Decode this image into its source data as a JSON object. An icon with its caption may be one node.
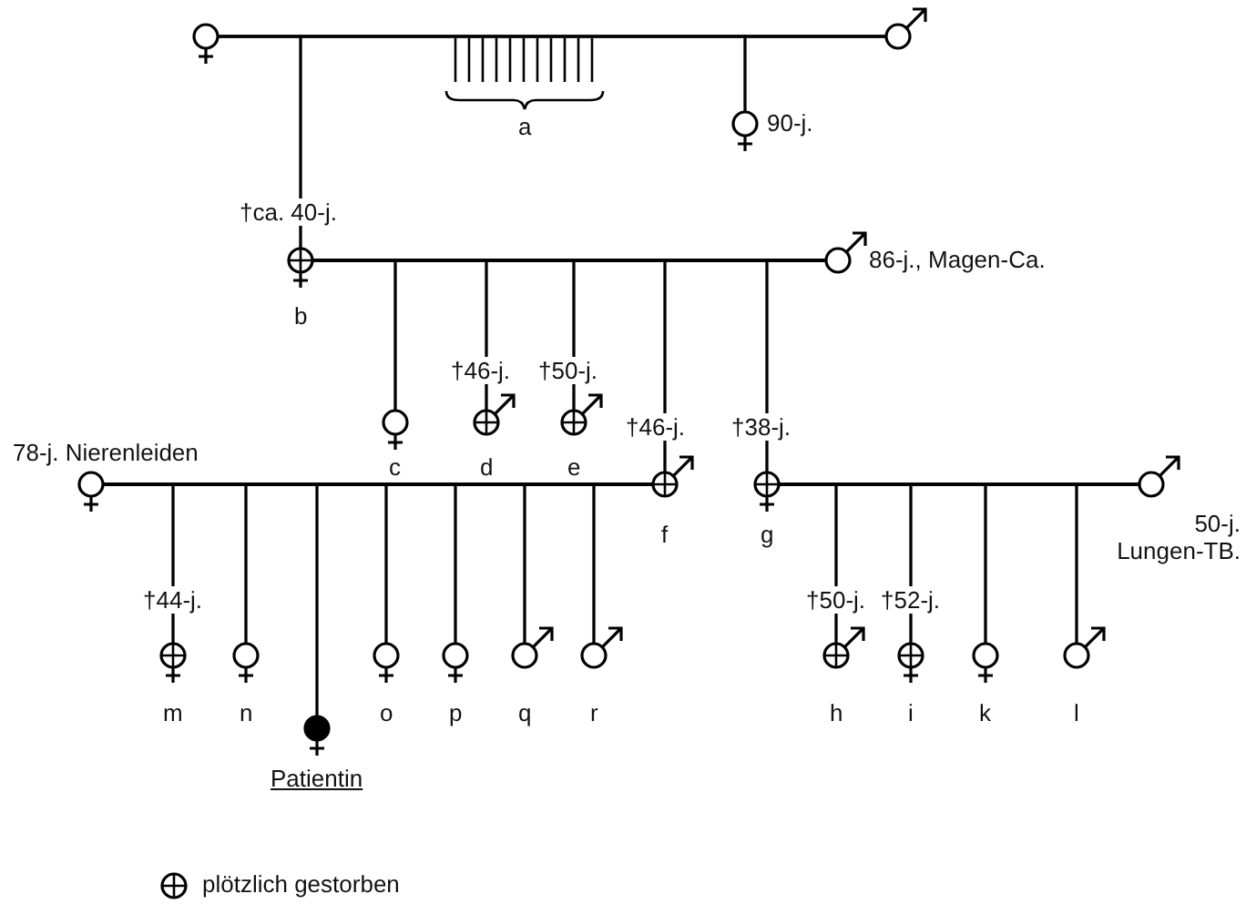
{
  "diagram": {
    "nodes": [
      {
        "text": [],
        "shape": "female"
      },
      {
        "text": [],
        "shape": "male"
      },
      {
        "text": [],
        "shape": "female-sudden-death",
        "beside": [
          "†ca. 40-j.",
          "b"
        ]
      },
      {
        "text": [],
        "shape": "female",
        "beside": [
          "90-j."
        ]
      },
      {
        "text": [],
        "shape": "male",
        "beside": [
          "86-j., Magen-Ca."
        ]
      },
      {
        "text": [],
        "shape": "female",
        "beside": [
          "c"
        ]
      },
      {
        "text": [],
        "shape": "male-sudden-death",
        "beside": [
          "†46-j.",
          "d"
        ]
      },
      {
        "text": [],
        "shape": "male-sudden-death",
        "beside": [
          "†50-j.",
          "e"
        ]
      },
      {
        "text": [],
        "shape": "female",
        "beside": [
          "78-j. Nierenleiden"
        ]
      },
      {
        "text": [],
        "shape": "male-sudden-death",
        "beside": [
          "†46-j.",
          "f"
        ]
      },
      {
        "text": [],
        "shape": "female-sudden-death",
        "beside": [
          "†38-j.",
          "g"
        ]
      },
      {
        "text": [],
        "shape": "male",
        "beside": [
          "50-j. Lungen-TB."
        ]
      },
      {
        "text": [],
        "shape": "female-sudden-death",
        "beside": [
          "†44-j.",
          "m"
        ]
      },
      {
        "text": [],
        "shape": "female",
        "beside": [
          "n"
        ]
      },
      {
        "text": [],
        "shape": "female-affected",
        "beside": [
          "Patientin"
        ]
      },
      {
        "text": [],
        "shape": "female",
        "beside": [
          "o"
        ]
      },
      {
        "text": [],
        "shape": "female",
        "beside": [
          "p"
        ]
      },
      {
        "text": [],
        "shape": "male",
        "beside": [
          "q"
        ]
      },
      {
        "text": [],
        "shape": "male",
        "beside": [
          "r"
        ]
      },
      {
        "text": [],
        "shape": "male-sudden-death",
        "beside": [
          "†50-j.",
          "h"
        ]
      },
      {
        "text": [],
        "shape": "female-sudden-death",
        "beside": [
          "†52-j.",
          "i"
        ]
      },
      {
        "text": [],
        "shape": "female",
        "beside": [
          "k"
        ]
      },
      {
        "text": [],
        "shape": "male",
        "beside": [
          "l"
        ]
      }
    ],
    "edges": [
      {
        "from": 0,
        "to": 1,
        "arrow": "none"
      },
      {
        "from": 0,
        "to": 2,
        "arrow": "none"
      },
      {
        "from": 1,
        "to": 2,
        "arrow": "none"
      },
      {
        "from": 0,
        "to": 3,
        "arrow": "none"
      },
      {
        "from": 1,
        "to": 3,
        "arrow": "none"
      },
      {
        "from": 2,
        "to": 4,
        "arrow": "none"
      },
      {
        "from": 2,
        "to": 5,
        "arrow": "none"
      },
      {
        "from": 4,
        "to": 5,
        "arrow": "none"
      },
      {
        "from": 2,
        "to": 6,
        "arrow": "none"
      },
      {
        "from": 4,
        "to": 6,
        "arrow": "none"
      },
      {
        "from": 2,
        "to": 7,
        "arrow": "none"
      },
      {
        "from": 4,
        "to": 7,
        "arrow": "none"
      },
      {
        "from": 2,
        "to": 9,
        "arrow": "none"
      },
      {
        "from": 4,
        "to": 9,
        "arrow": "none"
      },
      {
        "from": 2,
        "to": 10,
        "arrow": "none"
      },
      {
        "from": 4,
        "to": 10,
        "arrow": "none"
      },
      {
        "from": 8,
        "to": 9,
        "arrow": "none"
      },
      {
        "from": 8,
        "to": 12,
        "arrow": "none"
      },
      {
        "from": 9,
        "to": 12,
        "arrow": "none"
      },
      {
        "from": 8,
        "to": 13,
        "arrow": "none"
      },
      {
        "from": 9,
        "to": 13,
        "arrow": "none"
      },
      {
        "from": 8,
        "to": 14,
        "arrow": "none"
      },
      {
        "from": 9,
        "to": 14,
        "arrow": "none"
      },
      {
        "from": 8,
        "to": 15,
        "arrow": "none"
      },
      {
        "from": 9,
        "to": 15,
        "arrow": "none"
      },
      {
        "from": 8,
        "to": 16,
        "arrow": "none"
      },
      {
        "from": 9,
        "to": 16,
        "arrow": "none"
      },
      {
        "from": 8,
        "to": 17,
        "arrow": "none"
      },
      {
        "from": 9,
        "to": 17,
        "arrow": "none"
      },
      {
        "from": 8,
        "to": 18,
        "arrow": "none"
      },
      {
        "from": 9,
        "to": 18,
        "arrow": "none"
      },
      {
        "from": 10,
        "to": 11,
        "arrow": "none"
      },
      {
        "from": 10,
        "to": 19,
        "arrow": "none"
      },
      {
        "from": 11,
        "to": 19,
        "arrow": "none"
      },
      {
        "from": 10,
        "to": 20,
        "arrow": "none"
      },
      {
        "from": 11,
        "to": 20,
        "arrow": "none"
      },
      {
        "from": 10,
        "to": 21,
        "arrow": "none"
      },
      {
        "from": 11,
        "to": 21,
        "arrow": "none"
      },
      {
        "from": 10,
        "to": 22,
        "arrow": "none"
      },
      {
        "from": 11,
        "to": 22,
        "arrow": "none"
      }
    ],
    "labels": [
      "a"
    ],
    "legend": [
      {
        "text": "plötzlich gestorben"
      }
    ]
  }
}
